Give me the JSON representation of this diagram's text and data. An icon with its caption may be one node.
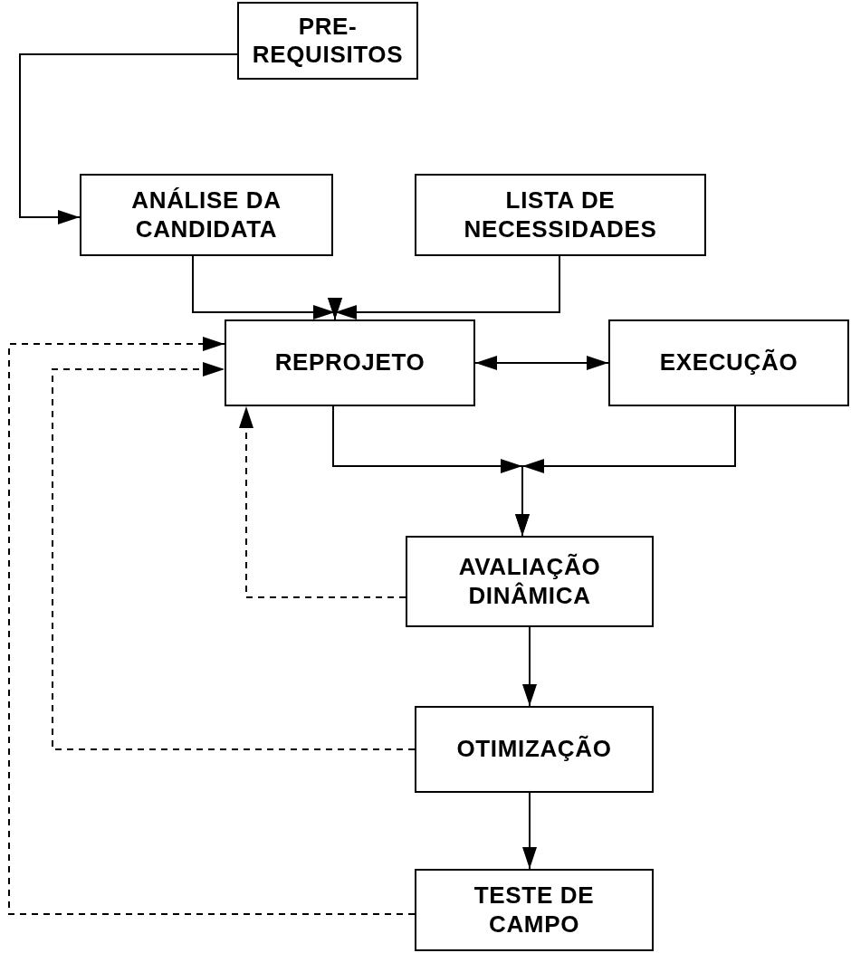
{
  "diagram": {
    "nodes": [
      {
        "text": [
          "PRE- REQUISITOS"
        ]
      },
      {
        "text": [
          "ANÁLISE DA CANDIDATA"
        ]
      },
      {
        "text": [
          "LISTA DE NECESSIDADES"
        ]
      },
      {
        "text": [
          "REPROJETO"
        ]
      },
      {
        "text": [
          "EXECUÇÃO"
        ]
      },
      {
        "text": [
          "AVALIAÇÃO DINÂMICA"
        ]
      },
      {
        "text": [
          "OTIMIZAÇÃO"
        ]
      },
      {
        "text": [
          "TESTE DE CAMPO"
        ]
      }
    ],
    "edges": [
      {
        "from": 0,
        "to": 1,
        "arrow": "to"
      },
      {
        "from": 1,
        "to": 3,
        "arrow": "to"
      },
      {
        "from": 2,
        "to": 3,
        "arrow": "to"
      },
      {
        "from": 3,
        "to": 4,
        "arrow": "both"
      },
      {
        "from": 3,
        "to": 5,
        "arrow": "to"
      },
      {
        "from": 4,
        "to": 5,
        "arrow": "to"
      },
      {
        "from": 5,
        "to": 3,
        "arrow": "to",
        "style": "dashed"
      },
      {
        "from": 5,
        "to": 6,
        "arrow": "to"
      },
      {
        "from": 6,
        "to": 3,
        "arrow": "to",
        "style": "dashed"
      },
      {
        "from": 6,
        "to": 7,
        "arrow": "to"
      },
      {
        "from": 7,
        "to": 3,
        "arrow": "to",
        "style": "dashed"
      }
    ]
  }
}
